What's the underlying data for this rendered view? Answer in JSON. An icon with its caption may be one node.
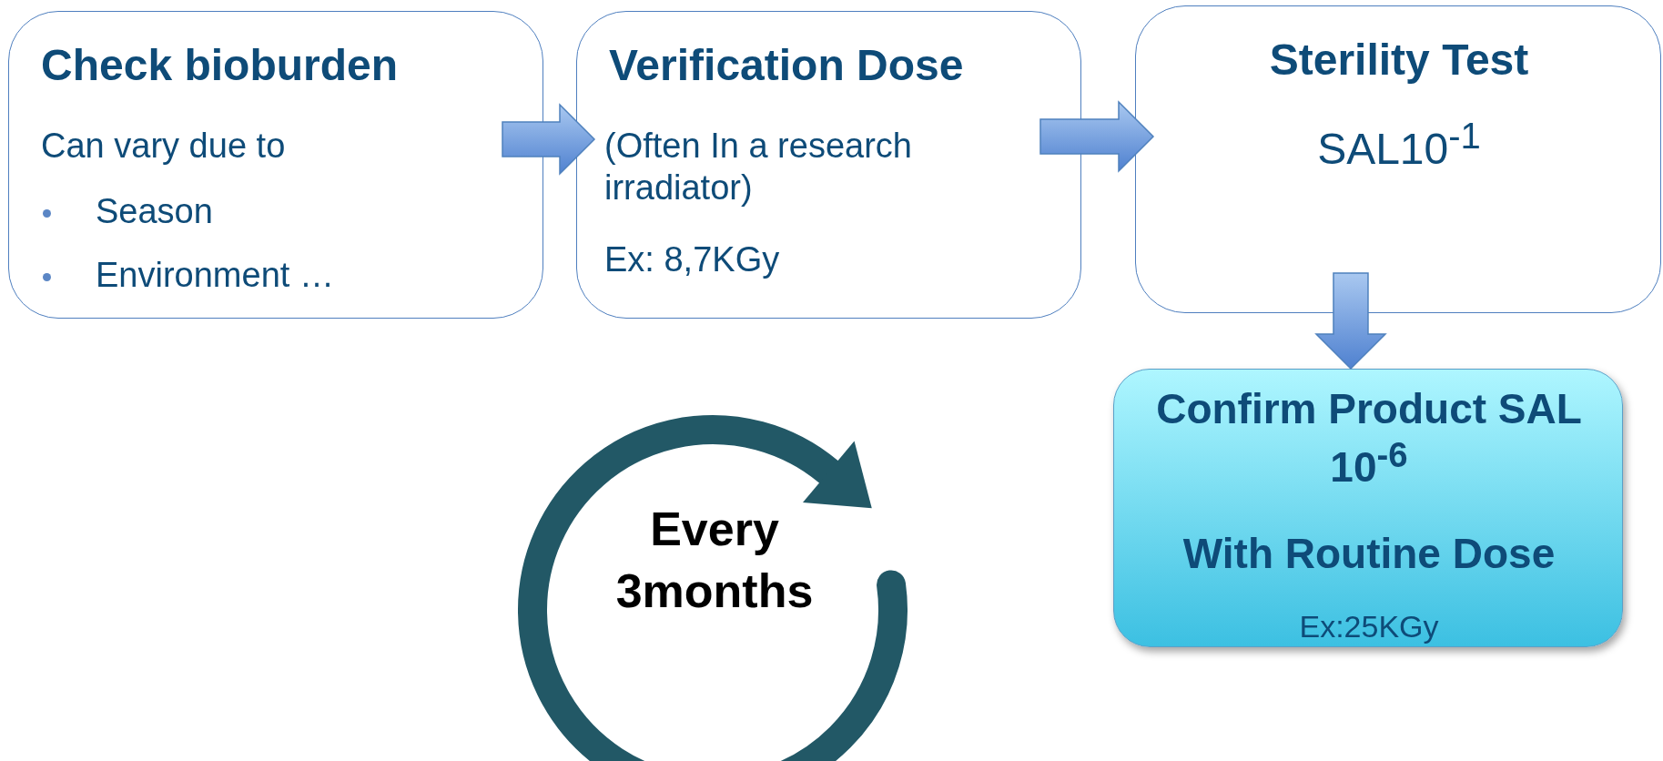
{
  "diagram": {
    "nodes": [
      {
        "text": [
          "Check bioburden",
          "Can vary due to",
          "Season",
          "Environment …"
        ]
      },
      {
        "text": [
          "Verification Dose",
          "(Often In a research irradiator)",
          "Ex: 8,7KGy"
        ]
      },
      {
        "text": [
          "Sterility Test",
          "SAL10$^{-1}$"
        ]
      },
      {
        "text": [
          "Confirm Product SAL 10$^{-6}$",
          "With Routine Dose",
          "Ex:25KGy"
        ]
      }
    ],
    "edges": [
      {
        "from": 0,
        "to": 1,
        "arrow": "to"
      },
      {
        "from": 1,
        "to": 2,
        "arrow": "to"
      },
      {
        "from": 2,
        "to": 3,
        "arrow": "to"
      }
    ],
    "labels": [
      "Every 3months"
    ]
  }
}
